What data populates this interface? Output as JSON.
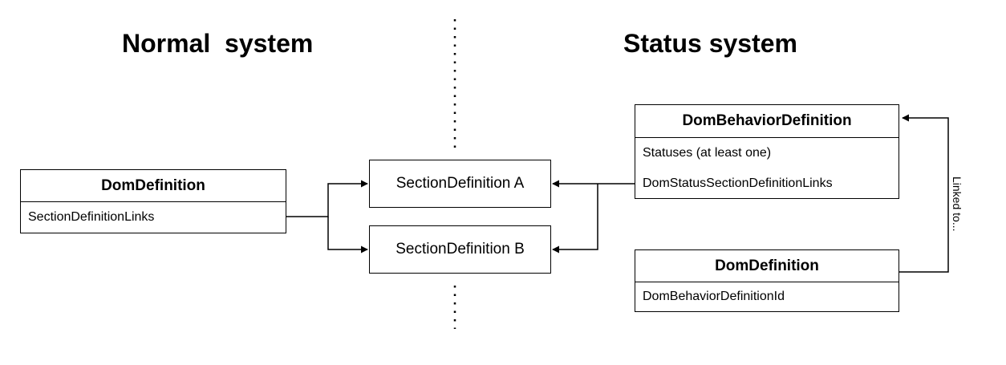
{
  "headings": {
    "normal": "Normal  system",
    "status": "Status system"
  },
  "left_dom_definition": {
    "title": "DomDefinition",
    "fields": [
      "SectionDefinitionLinks"
    ]
  },
  "sections": {
    "a": "SectionDefinition A",
    "b": "SectionDefinition B"
  },
  "behavior_definition": {
    "title": "DomBehaviorDefinition",
    "fields": [
      "Statuses (at least one)",
      "DomStatusSectionDefinitionLinks"
    ]
  },
  "right_dom_definition": {
    "title": "DomDefinition",
    "fields": [
      "DomBehaviorDefinitionId"
    ]
  },
  "link_label": "Linked to..."
}
